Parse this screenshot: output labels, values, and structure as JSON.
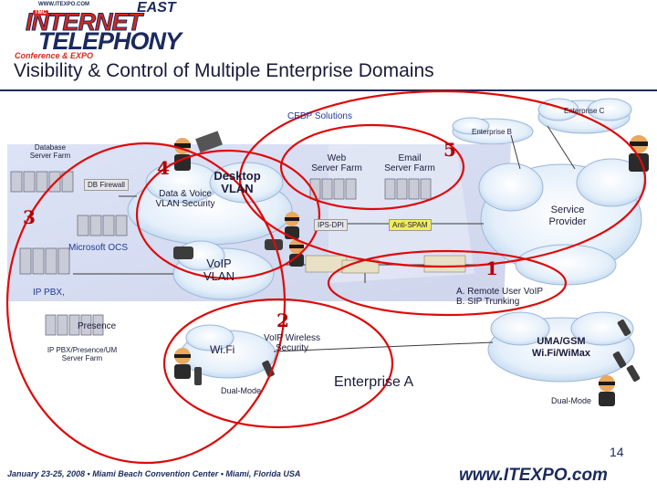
{
  "logo": {
    "url_text": "WWW.ITEXPO.COM",
    "east": "EAST",
    "tmc": "TMC",
    "line1": "INTERNET",
    "line2": "TELEPHONY",
    "line3": "Conference & EXPO"
  },
  "title": "Visibility & Control of Multiple Enterprise Domains",
  "labels": {
    "cebp": "CEBP Solutions",
    "enterprise_c": "Enterprise C",
    "enterprise_b": "Enterprise B",
    "database_farm": "Database\nServer Farm",
    "db_firewall": "DB Firewall",
    "desktop_vlan": "Desktop\nVLAN",
    "data_voice": "Data & Voice\nVLAN Security",
    "web_farm": "Web\nServer Farm",
    "email_farm": "Email\nServer Farm",
    "service_provider": "Service\nProvider",
    "ips_dpi": "IPS-DPI",
    "anti_spam": "Anti-SPAM",
    "microsoft_ocs": "Microsoft OCS",
    "voip_vlan": "VoIP\nVLAN",
    "ip_pbx": "IP PBX,",
    "remote_user": "A. Remote User VoIP\nB. SIP Trunking",
    "presence": "Presence",
    "ip_pbx_farm": "IP PBX/Presence/UM\nServer Farm",
    "wifi": "Wi.Fi",
    "voip_wireless": "VoIP Wireless\nSecurity",
    "uma": "UMA/GSM\nWi.Fi/WiMax",
    "dual_mode_1": "Dual-Mode",
    "dual_mode_2": "Dual-Mode",
    "enterprise_a": "Enterprise A"
  },
  "numbers": [
    "1",
    "2",
    "3",
    "4",
    "5"
  ],
  "page_number": "14",
  "footer": "January 23-25, 2008 • Miami Beach Convention Center • Miami, Florida USA",
  "site": "www.ITEXPO.com",
  "colors": {
    "brand_navy": "#1b2a5e",
    "brand_red": "#d8261c",
    "ellipse_red": "#dd0a0a",
    "number_red": "#b00000"
  }
}
